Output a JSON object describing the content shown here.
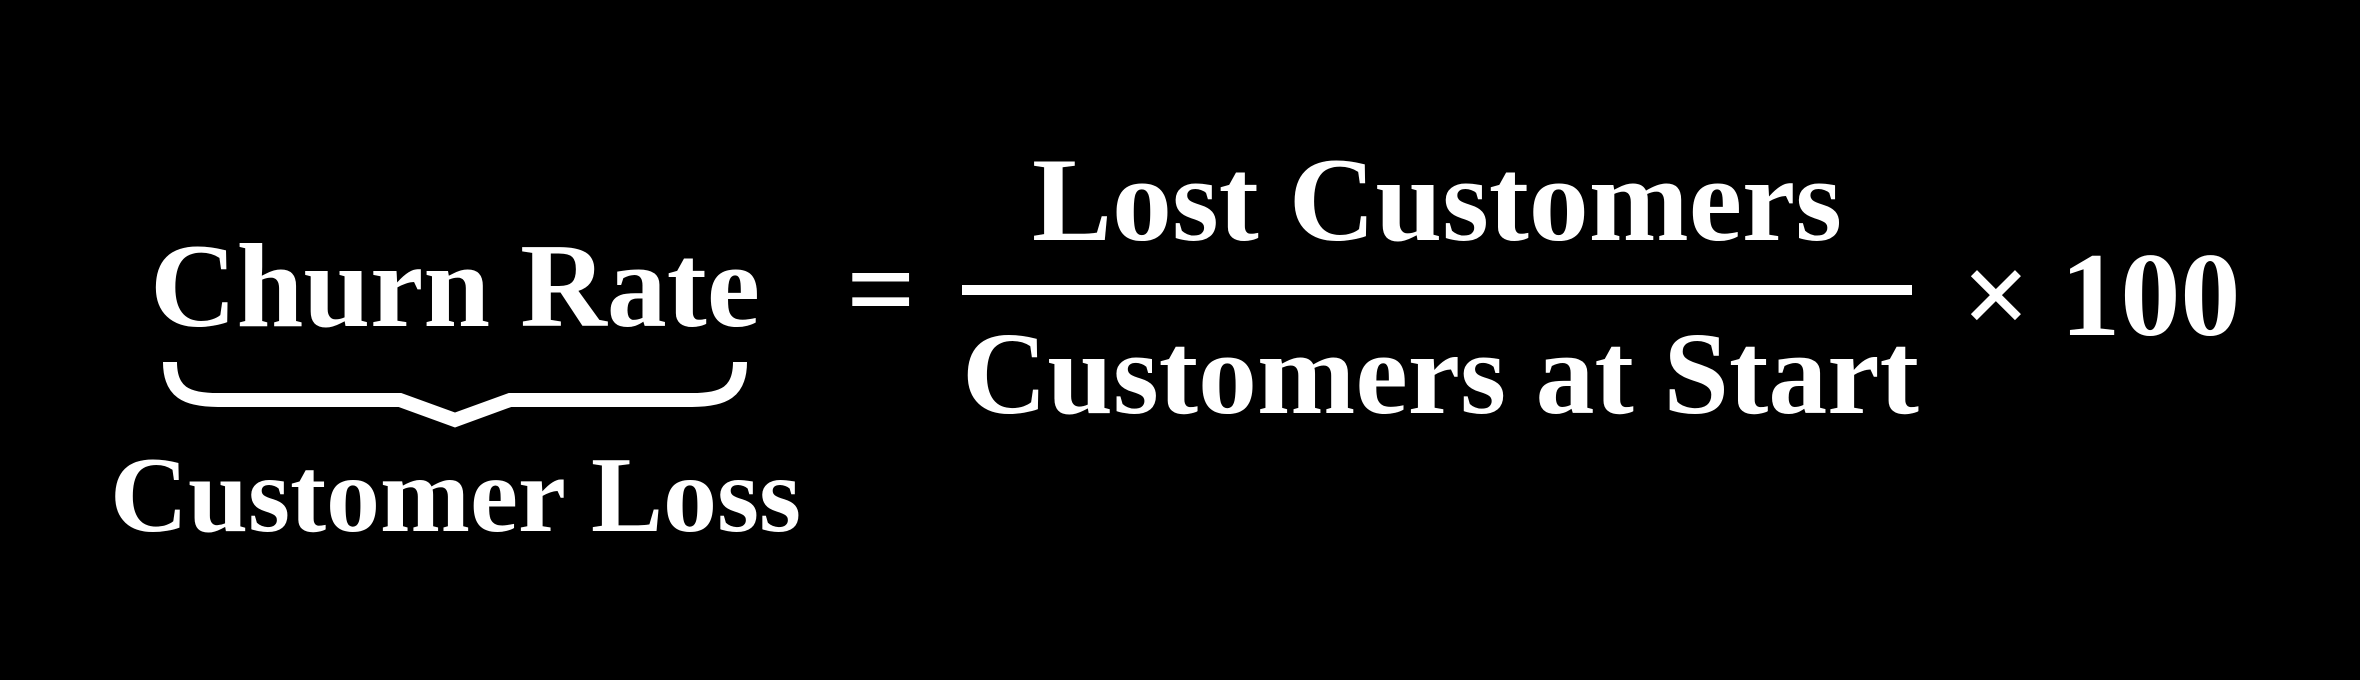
{
  "colors": {
    "background": "#000000",
    "text": "#ffffff"
  },
  "formula": {
    "lhs_term": "Churn Rate",
    "lhs_annotation": "Customer Loss",
    "equals_sign": "=",
    "fraction": {
      "numerator": "Lost Customers",
      "denominator": "Customers at Start"
    },
    "multiplier": "× 100"
  }
}
